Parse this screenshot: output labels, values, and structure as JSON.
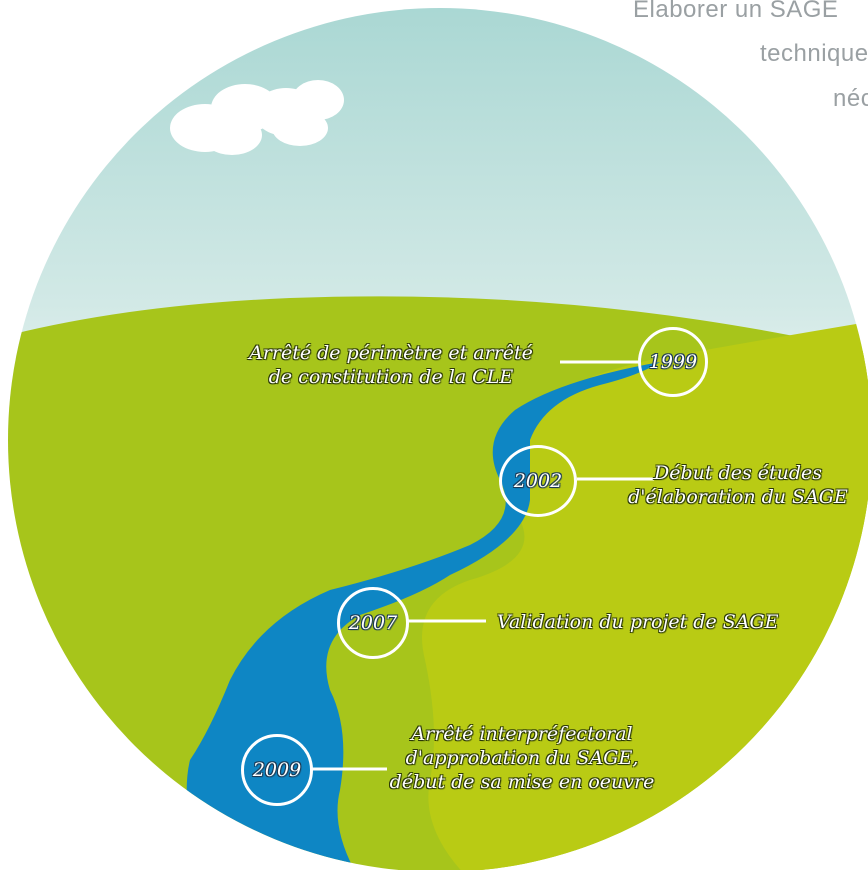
{
  "intro": {
    "line1": "Élaborer un SAGE",
    "line2": "technique",
    "line3": "néc"
  },
  "colors": {
    "sky_top": "#a9d7d3",
    "sky_bottom": "#ffffff",
    "hill_back": "#a7c51b",
    "hill_front": "#b9cb14",
    "river": "#0e86c4",
    "ring": "#ffffff"
  },
  "timeline": [
    {
      "year": "1999",
      "label_lines": [
        "Arrêté de périmètre et arrêté",
        "de constitution de la CLE"
      ]
    },
    {
      "year": "2002",
      "label_lines": [
        "Début des études",
        "d'élaboration du SAGE"
      ]
    },
    {
      "year": "2007",
      "label_lines": [
        "Validation du projet de SAGE"
      ]
    },
    {
      "year": "2009",
      "label_lines": [
        "Arrêté interpréfectoral",
        "d'approbation du SAGE,",
        "début de sa mise en oeuvre"
      ]
    }
  ]
}
